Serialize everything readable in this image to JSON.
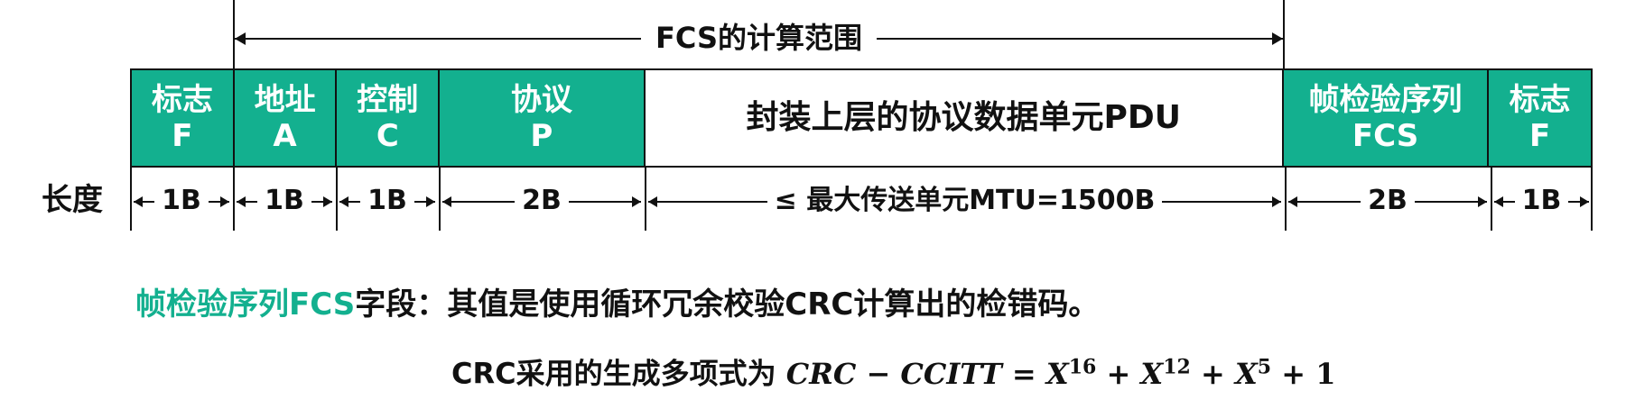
{
  "fcs_range": {
    "label": "FCS的计算范围"
  },
  "fields": [
    {
      "name": "标志",
      "abbr": "F",
      "length": "1B"
    },
    {
      "name": "地址",
      "abbr": "A",
      "length": "1B"
    },
    {
      "name": "控制",
      "abbr": "C",
      "length": "1B"
    },
    {
      "name": "协议",
      "abbr": "P",
      "length": "2B"
    },
    {
      "name": "封装上层的协议数据单元PDU",
      "abbr": "",
      "length": "≤ 最大传送单元MTU=1500B"
    },
    {
      "name": "帧检验序列",
      "abbr": "FCS",
      "length": "2B"
    },
    {
      "name": "标志",
      "abbr": "F",
      "length": "1B"
    }
  ],
  "length_label": "长度",
  "description": {
    "highlight": "帧检验序列FCS",
    "rest": "字段：其值是使用循环冗余校验CRC计算出的检错码。",
    "poly_prefix": "CRC采用的生成多项式为 ",
    "formula": {
      "lhs": "CRC − CCITT",
      "eq": " = ",
      "x": "X",
      "exp1": "16",
      "exp2": "12",
      "exp3": "5",
      "plus": " + ",
      "one": "1"
    }
  },
  "colors": {
    "accent": "#13b08f",
    "line": "#111111"
  }
}
